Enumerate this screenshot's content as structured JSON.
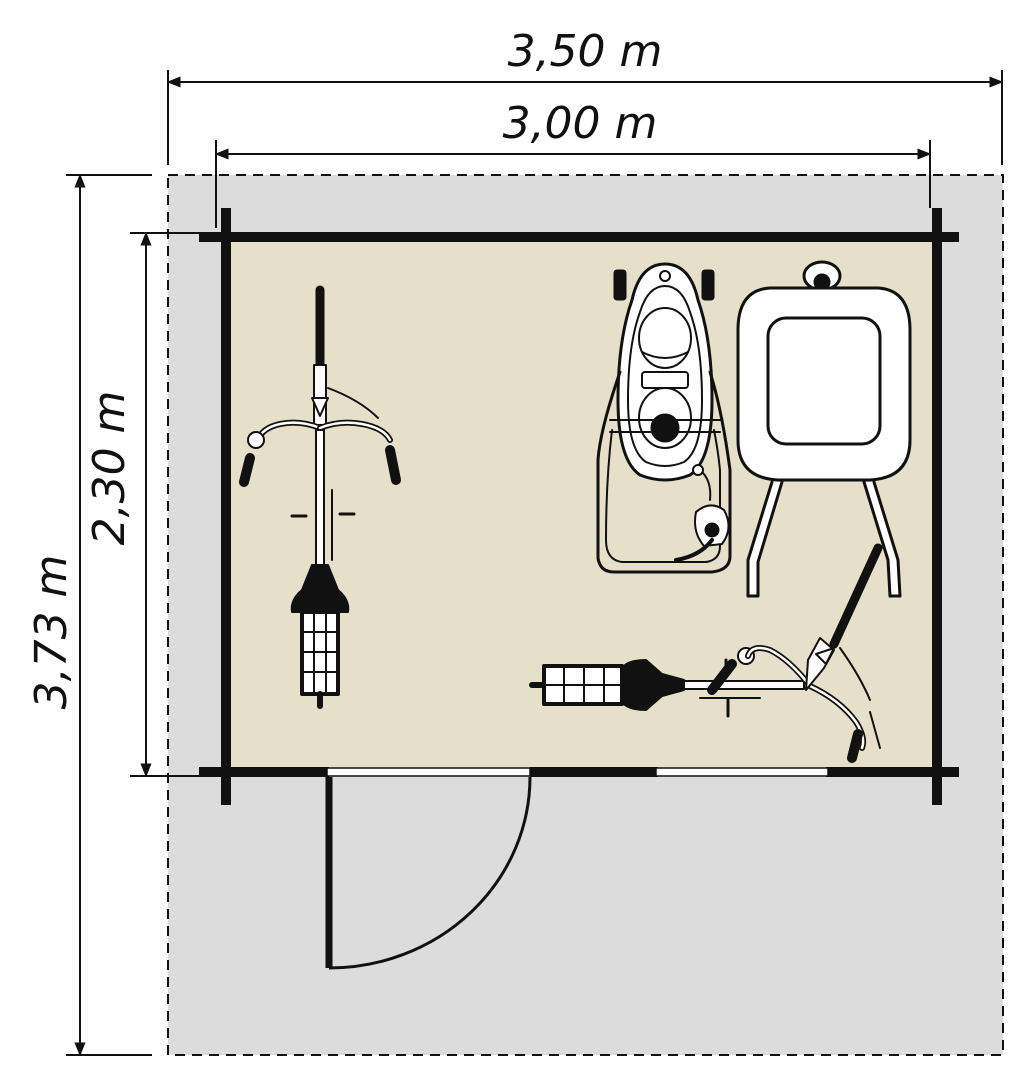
{
  "dimensions": {
    "overall_width": "3,50 m",
    "inner_width": "3,00 m",
    "inner_depth": "2,30 m",
    "overall_depth": "3,73 m"
  },
  "colors": {
    "floor": "#e6e0cb",
    "roof_overhang": "#dcdcdc",
    "wall": "#111111",
    "line": "#111111"
  },
  "icons": [
    "bicycle-icon",
    "bicycle-icon",
    "lawn-mower-icon",
    "wheelbarrow-icon",
    "door-swing-icon",
    "window-icon"
  ]
}
